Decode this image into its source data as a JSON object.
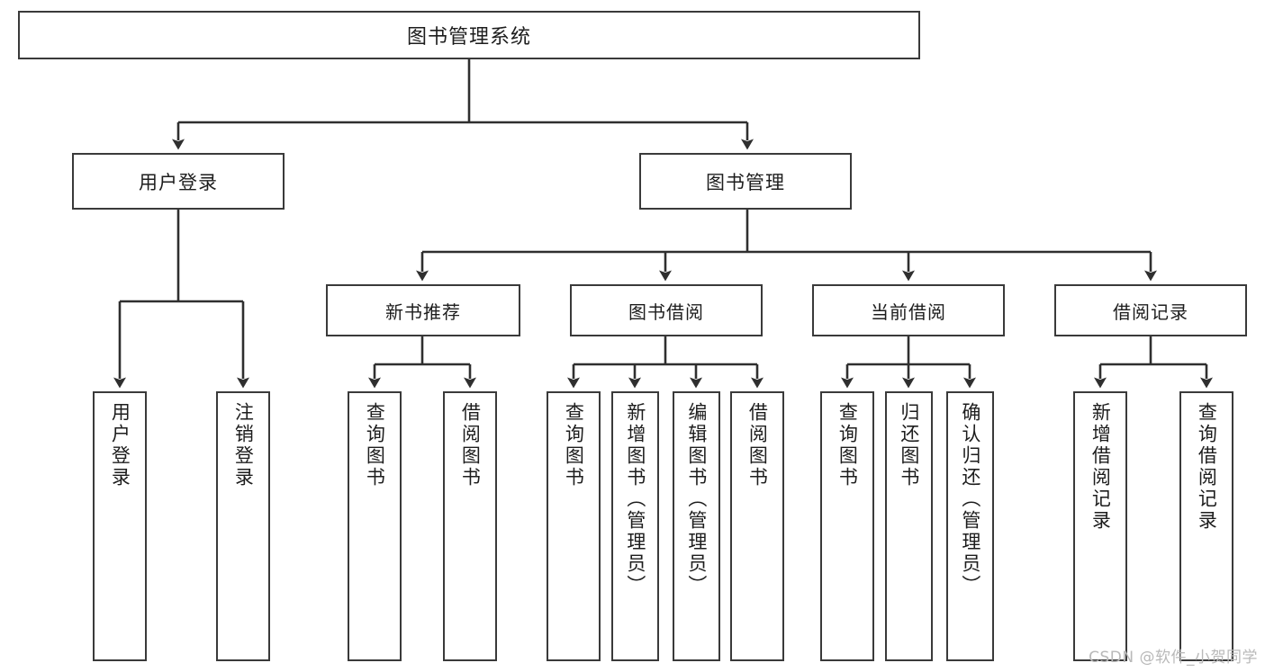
{
  "diagram": {
    "title": "图书管理系统",
    "type": "tree",
    "colors": {
      "box_border": "#3a3a3a",
      "box_fill": "#ffffff",
      "connector": "#2f2f2f",
      "text": "#1d1d1d",
      "watermark": "#b9b9b9",
      "background": "#ffffff"
    },
    "root": {
      "label": "图书管理系统"
    },
    "level2": [
      {
        "id": "user-login",
        "label": "用户登录"
      },
      {
        "id": "book-manage",
        "label": "图书管理"
      }
    ],
    "level3": [
      {
        "id": "new-book-recommend",
        "label": "新书推荐",
        "parent": "book-manage"
      },
      {
        "id": "book-borrow",
        "label": "图书借阅",
        "parent": "book-manage"
      },
      {
        "id": "current-borrow",
        "label": "当前借阅",
        "parent": "book-manage"
      },
      {
        "id": "borrow-record",
        "label": "借阅记录",
        "parent": "book-manage"
      }
    ],
    "leaves": [
      {
        "id": "leaf-user-login",
        "label": "用户登录",
        "parent": "user-login"
      },
      {
        "id": "leaf-logout-login",
        "label": "注销登录",
        "parent": "user-login"
      },
      {
        "id": "leaf-query-book-1",
        "label": "查询图书",
        "parent": "new-book-recommend"
      },
      {
        "id": "leaf-borrow-book-1",
        "label": "借阅图书",
        "parent": "new-book-recommend"
      },
      {
        "id": "leaf-query-book-2",
        "label": "查询图书",
        "parent": "book-borrow"
      },
      {
        "id": "leaf-add-book",
        "label": "新增图书（管理员）",
        "parent": "book-borrow"
      },
      {
        "id": "leaf-edit-book",
        "label": "编辑图书（管理员）",
        "parent": "book-borrow"
      },
      {
        "id": "leaf-borrow-book-2",
        "label": "借阅图书",
        "parent": "book-borrow"
      },
      {
        "id": "leaf-query-book-3",
        "label": "查询图书",
        "parent": "current-borrow"
      },
      {
        "id": "leaf-return-book",
        "label": "归还图书",
        "parent": "current-borrow"
      },
      {
        "id": "leaf-confirm-return",
        "label": "确认归还（管理员）",
        "parent": "current-borrow"
      },
      {
        "id": "leaf-add-record",
        "label": "新增借阅记录",
        "parent": "borrow-record"
      },
      {
        "id": "leaf-query-record",
        "label": "查询借阅记录",
        "parent": "borrow-record"
      }
    ],
    "watermark": "CSDN @软件_小贺同学"
  }
}
